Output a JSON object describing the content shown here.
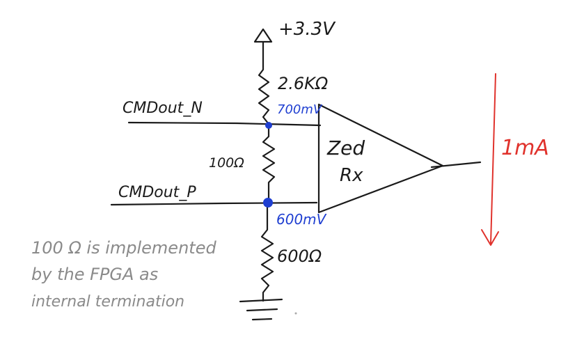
{
  "labels": {
    "supply": "+3.3V",
    "r_top": "2.6KΩ",
    "v_top": "700mV",
    "net_n": "CMDout_N",
    "r_mid": "100Ω",
    "receiver_line1": "Zed",
    "receiver_line2": "Rx",
    "net_p": "CMDout_P",
    "v_bottom": "600mV",
    "r_bottom": "600Ω",
    "current": "1mA",
    "note_line1": "100 Ω is implemented",
    "note_line2": "by the FPGA as",
    "note_line3": "internal termination"
  },
  "colors": {
    "ink": "#1a1a1a",
    "voltage_annotation": "#1f3fd1",
    "current_annotation": "#e0322c",
    "note": "#8a8a8a"
  }
}
